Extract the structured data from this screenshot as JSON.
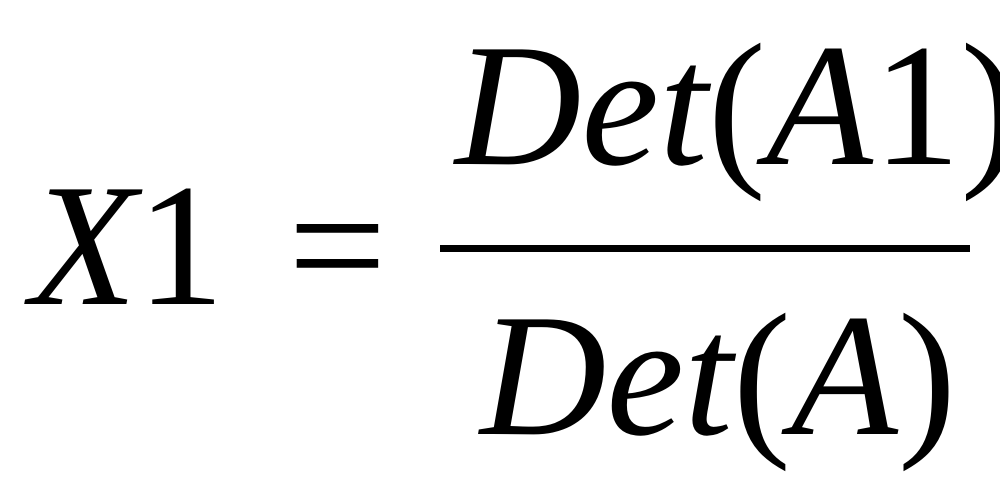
{
  "equation": {
    "lhs": {
      "variable": "X",
      "subscript_index": "1"
    },
    "operator": "=",
    "numerator": {
      "function": "Det",
      "open_paren": "(",
      "argument": "A",
      "argument_index": "1",
      "close_paren": ")"
    },
    "denominator": {
      "function": "Det",
      "open_paren": "(",
      "argument": "A",
      "close_paren": ")"
    }
  }
}
